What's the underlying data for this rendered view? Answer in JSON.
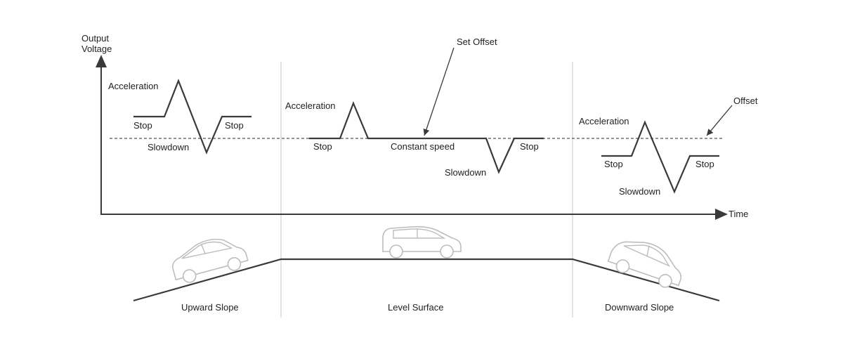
{
  "axes": {
    "y_label_line1": "Output",
    "y_label_line2": "Voltage",
    "x_label": "Time"
  },
  "callouts": {
    "set_offset": "Set Offset",
    "offset": "Offset"
  },
  "panels": [
    {
      "name": "upward",
      "caption": "Upward Slope",
      "labels": {
        "acceleration": "Acceleration",
        "stop_left": "Stop",
        "stop_right": "Stop",
        "slowdown": "Slowdown"
      }
    },
    {
      "name": "level",
      "caption": "Level Surface",
      "labels": {
        "acceleration": "Acceleration",
        "stop_left": "Stop",
        "stop_right": "Stop",
        "slowdown": "Slowdown",
        "constant_speed": "Constant speed"
      }
    },
    {
      "name": "downward",
      "caption": "Downward Slope",
      "labels": {
        "acceleration": "Acceleration",
        "stop_left": "Stop",
        "stop_right": "Stop",
        "slowdown": "Slowdown"
      }
    }
  ],
  "colors": {
    "line": "#3a3a3a",
    "car_outline": "#bdbdbd",
    "divider": "#c8c8c8"
  }
}
